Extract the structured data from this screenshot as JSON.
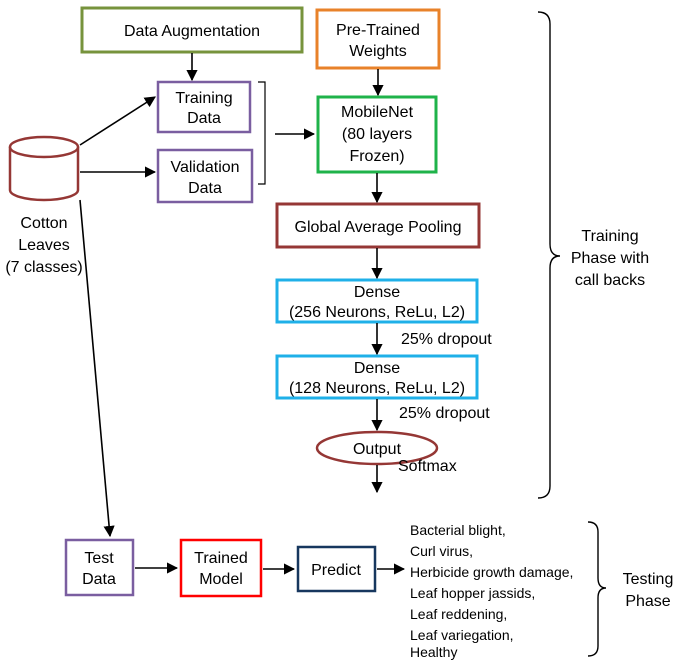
{
  "colors": {
    "green": "#77933c",
    "purple": "#7a5ea0",
    "orange": "#e8822a",
    "mobilenet_green": "#1fb34a",
    "brown": "#953735",
    "cyan": "#1fb0e8",
    "red": "#ff0000",
    "navy": "#17375e"
  },
  "nodes": {
    "data_augmentation": "Data Augmentation",
    "pretrained_weights": [
      "Pre-Trained",
      "Weights"
    ],
    "training_data": [
      "Training",
      "Data"
    ],
    "validation_data": [
      "Validation",
      "Data"
    ],
    "mobilenet": [
      "MobileNet",
      "(80 layers",
      "Frozen)"
    ],
    "gap": "Global Average Pooling",
    "dense1": [
      "Dense",
      "(256 Neurons, ReLu, L2)"
    ],
    "dense2": [
      "Dense",
      "(128 Neurons, ReLu, L2)"
    ],
    "output": "Output",
    "dataset": [
      "Cotton",
      "Leaves",
      "(7 classes)"
    ],
    "test_data": [
      "Test",
      "Data"
    ],
    "trained_model": [
      "Trained",
      "Model"
    ],
    "predict": "Predict"
  },
  "annotations": {
    "dropout1": "25% dropout",
    "dropout2": "25% dropout",
    "softmax": "Softmax"
  },
  "phases": {
    "training": [
      "Training",
      "Phase with",
      "call backs"
    ],
    "testing": [
      "Testing",
      "Phase"
    ]
  },
  "classes": [
    "Bacterial blight,",
    "Curl virus,",
    "Herbicide growth damage,",
    "Leaf hopper jassids,",
    "Leaf reddening,",
    "Leaf variegation,",
    "Healthy"
  ]
}
